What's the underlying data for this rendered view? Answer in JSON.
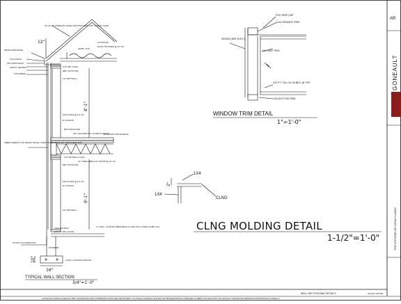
{
  "wall_section": {
    "title": "TYPICAL WALL SECTION",
    "scale": "3/4\"=1'-0\"",
    "dims": {
      "overhang": "12\"",
      "ceiling": "8'-1\"",
      "floor": "9'-1\"",
      "footing": "16\"",
      "depth": "10\""
    },
    "notes": [
      "30 YR 3D SHINGLES OVER 15# FELT OVER 5/8\" OSB W/ CLIPS",
      "METAL DRIP EDGE",
      "1X4 FASCIA",
      "2X6 SUB-FASCIA",
      "SOFFIT VENTED",
      "1X6 FRIEZE",
      "HURR. CLIP",
      "R-30 INSUL.",
      "ROOF TRUSSES @ 24\" OC",
      "DBL TOP PLATE",
      "GYP. BD. CLNG.",
      "1/2\" DRYWALL",
      "2X4 STUDS @ 16\" OC",
      "R-13 INSUL.",
      "BOTTOM PLATE",
      "3/4\" T&G SUB-FLR. GLUED & NAILED",
      "FIBER CEMENT LAP SIDING OR EQ. OVER TYVEK OVER 1/2\" OSB SHEATHING",
      "2X4 FLOOR TRUSS BAND",
      "14\" OPEN WEB FLR. TRUSS @ 24\" OC",
      "1/2\" DRYWALL CLNG.",
      "DBL TOP PLATE",
      "2X4 STUDS @ 16\" OC",
      "R-13 INSUL.",
      "1/2\" DRYWALL",
      "ANCHOR BOLT",
      "2X4 P.T. SILL PLATE",
      "4\" CONC. SLAB W/ FIBER MESH & 6 MIL POLY OVER COMP. FILL",
      "STUCCO FOUNDATION",
      "#4 REBAR",
      "CONC. FOOTING 3000 PSI"
    ]
  },
  "window_trim": {
    "title": "WINDOW TRIM DETAIL",
    "scale": "1\"=1'-0\"",
    "notes": [
      "PVC DRIP CAP",
      "1X4 HEADER TRIM",
      "SIDING (SEE ELEV.)",
      "1X4 SIDE TRIM",
      "2X2 P.T. SILL W/ 45 BEV. @ TOP",
      "1X4 BOTTOM TRIM"
    ]
  },
  "clng_molding": {
    "title": "CLNG MOLDING DETAIL",
    "scale": "1-1/2\"=1'-0\"",
    "dim": "2\"",
    "labels": [
      "1X4",
      "1X4",
      "CLNG"
    ]
  },
  "title_block": {
    "firm_top": "AR",
    "firm_logo": "GONEAULT",
    "project": "THE COTTAGES OF LEGACY LAKES",
    "sheet_title": "WALL SECTION AND DETAILS",
    "scale_note": "SCALE: NOTED",
    "copyright": "COPYRIGHT RONALD GONEAULT 2008. THIS DRAWING AND ITS REPRODUCTIONS ARE THE PROPERTY OF RONALD GONEAULT AND MAY NOT BE REPRODUCED, PUBLISHED, ALTERED OR USED IN ANY WAY WITHOUT THE WRITTEN PERMISSION FROM RONALD GONEAULT."
  },
  "colors": {
    "logo_red": "#8b1a1a",
    "ink": "#111111"
  }
}
